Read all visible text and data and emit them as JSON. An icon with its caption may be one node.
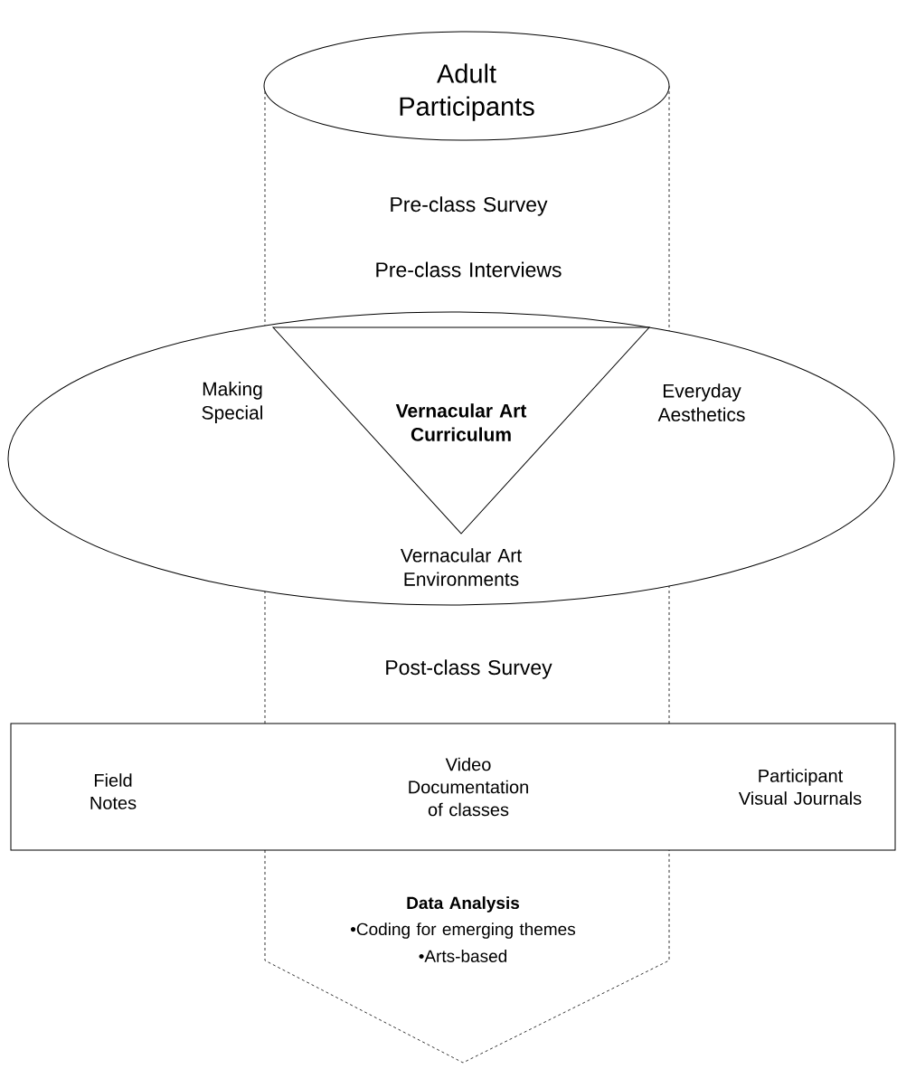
{
  "diagram": {
    "nodes": [
      {
        "text": [
          "Adult Participants"
        ]
      },
      {
        "text": [
          "Making Special",
          "Everyday Aesthetics",
          "Vernacular Art Environments"
        ]
      },
      {
        "text": [
          "Vernacular Art Curriculum"
        ],
        "in": 1
      },
      {
        "text": [
          "Field Notes",
          "Video Documentation of classes",
          "Participant Visual Journals"
        ]
      },
      {
        "text": [
          "Data Analysis",
          "•Coding for emerging themes",
          "•Arts-based"
        ]
      }
    ],
    "labels": [
      "Pre-class Survey",
      "Pre-class Interviews",
      "Post-class Survey"
    ]
  }
}
